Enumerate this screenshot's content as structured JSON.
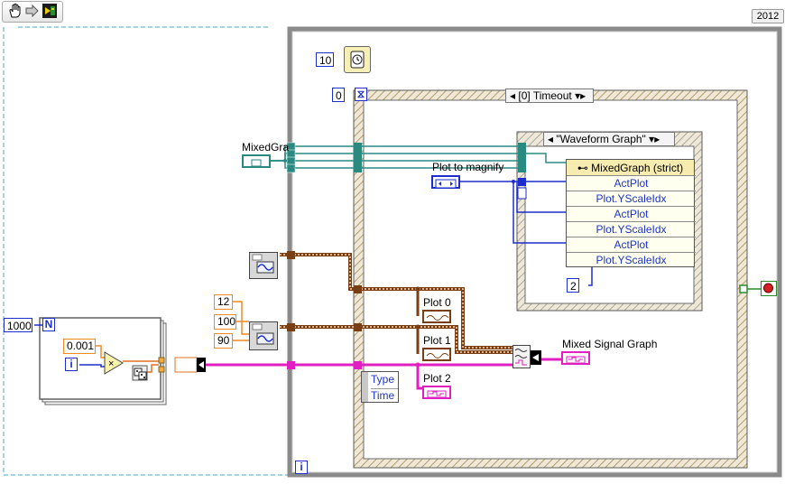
{
  "toolbar": {
    "version": "2012"
  },
  "for_loop": {
    "count_value": "1000",
    "count_terminal": "N",
    "iteration_terminal": "i",
    "multiplier_value": "0.001"
  },
  "constants": {
    "c12": "12",
    "c100": "100",
    "c90": "90"
  },
  "while_loop": {
    "wait_ms": "10",
    "timeout_value": "0",
    "timeout_symbol": "⧖",
    "iteration_terminal": "i"
  },
  "event_structure": {
    "case_label": "[0] Timeout"
  },
  "case_structure": {
    "case_label": "\"Waveform Graph\""
  },
  "property_node": {
    "title": "MixedGraph (strict)",
    "rows": [
      "ActPlot",
      "Plot.YScaleIdx",
      "ActPlot",
      "Plot.YScaleIdx",
      "ActPlot",
      "Plot.YScaleIdx"
    ]
  },
  "labels": {
    "mixed_graph_ref": "MixedGra",
    "plot_to_magnify": "Plot to magnify",
    "plot0": "Plot 0",
    "plot1": "Plot 1",
    "plot2": "Plot 2",
    "mixed_signal_graph": "Mixed Signal Graph",
    "unbundle_type": "Type",
    "unbundle_time": "Time",
    "const_two": "2"
  }
}
